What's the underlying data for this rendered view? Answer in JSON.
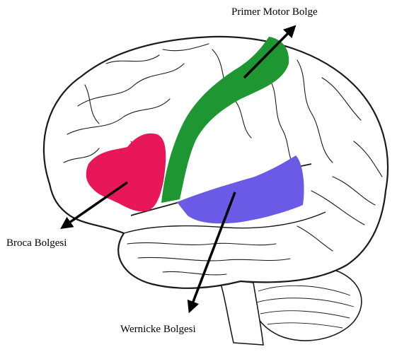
{
  "labels": {
    "primary_motor": "Primer Motor Bolge",
    "broca": "Broca Bolgesi",
    "wernicke": "Wernicke Bolgesi"
  },
  "colors": {
    "motor_region": "#1e9632",
    "broca_region": "#e8175a",
    "wernicke_region": "#6a5ae6",
    "arrow": "#000000",
    "outline": "#1a1a1a"
  }
}
